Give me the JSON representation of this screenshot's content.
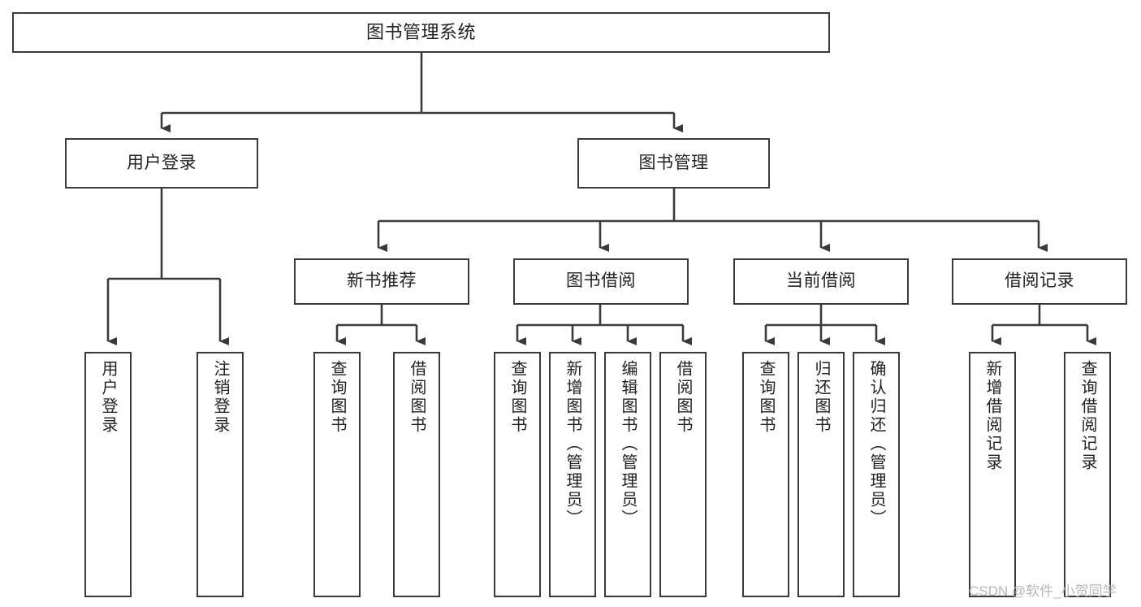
{
  "diagram": {
    "title": "图书管理系统",
    "type": "hierarchy-tree",
    "root": {
      "id": "root",
      "label": "图书管理系统"
    },
    "level1": [
      {
        "id": "user-login",
        "label": "用户登录"
      },
      {
        "id": "book-manage",
        "label": "图书管理"
      }
    ],
    "level2": [
      {
        "id": "new-book-rec",
        "label": "新书推荐",
        "parent": "book-manage"
      },
      {
        "id": "book-borrow",
        "label": "图书借阅",
        "parent": "book-manage"
      },
      {
        "id": "current-borrow",
        "label": "当前借阅",
        "parent": "book-manage"
      },
      {
        "id": "borrow-record",
        "label": "借阅记录",
        "parent": "book-manage"
      }
    ],
    "leaves": [
      {
        "id": "leaf-user-login",
        "label": "用户登录",
        "parent": "user-login"
      },
      {
        "id": "leaf-user-logout",
        "label": "注销登录",
        "parent": "user-login"
      },
      {
        "id": "leaf-rec-query",
        "label": "查询图书",
        "parent": "new-book-rec"
      },
      {
        "id": "leaf-rec-borrow",
        "label": "借阅图书",
        "parent": "new-book-rec"
      },
      {
        "id": "leaf-borrow-query",
        "label": "查询图书",
        "parent": "book-borrow"
      },
      {
        "id": "leaf-borrow-add",
        "label": "新增图书（管理员）",
        "parent": "book-borrow"
      },
      {
        "id": "leaf-borrow-edit",
        "label": "编辑图书（管理员）",
        "parent": "book-borrow"
      },
      {
        "id": "leaf-borrow-lend",
        "label": "借阅图书",
        "parent": "book-borrow"
      },
      {
        "id": "leaf-cur-query",
        "label": "查询图书",
        "parent": "current-borrow"
      },
      {
        "id": "leaf-cur-return",
        "label": "归还图书",
        "parent": "current-borrow"
      },
      {
        "id": "leaf-cur-confirm",
        "label": "确认归还（管理员）",
        "parent": "current-borrow"
      },
      {
        "id": "leaf-rec-add",
        "label": "新增借阅记录",
        "parent": "borrow-record"
      },
      {
        "id": "leaf-rec-query2",
        "label": "查询借阅记录",
        "parent": "borrow-record"
      }
    ],
    "watermark": "CSDN @软件_小贺同学",
    "colors": {
      "stroke": "#3a3a3a",
      "fill": "#ffffff",
      "text": "#222222",
      "watermark": "#b8b8b8"
    }
  }
}
